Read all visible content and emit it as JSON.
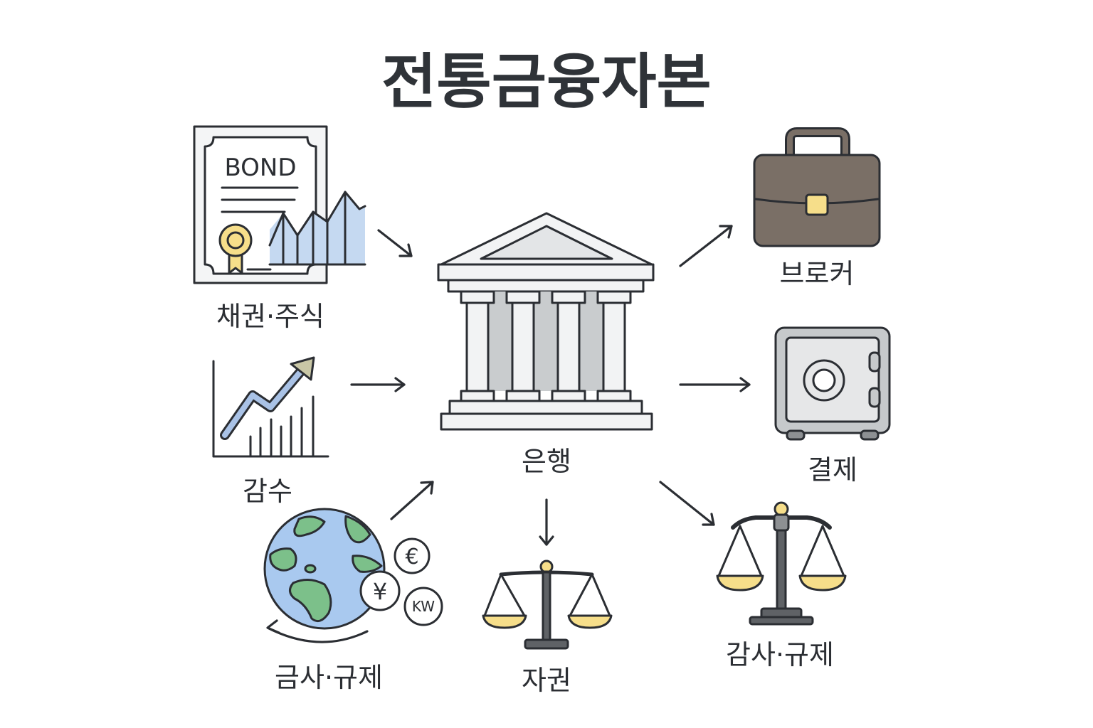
{
  "title": "전통금융자본",
  "nodes": {
    "bonds": {
      "label": "채권·주식",
      "doc_text": "BOND",
      "icon": "bond-certificate-icon"
    },
    "gamsu": {
      "label": "감수",
      "icon": "rising-chart-icon"
    },
    "gumsa": {
      "label": "금사·규제",
      "icon": "globe-currency-icon",
      "currencies": [
        "€",
        "¥",
        "KW"
      ]
    },
    "bank": {
      "label": "은행",
      "icon": "bank-building-icon"
    },
    "broker": {
      "label": "브로커",
      "icon": "briefcase-icon"
    },
    "settlement": {
      "label": "결제",
      "icon": "safe-icon"
    },
    "jagwon": {
      "label": "자권",
      "icon": "scales-icon"
    },
    "audit": {
      "label": "감사·규제",
      "icon": "scales-icon"
    }
  },
  "colors": {
    "ink": "#2b2e33",
    "briefcase": "#7a6f66",
    "gold": "#f6de8a",
    "chart_fill": "#c5d9f1",
    "globe_ocean": "#a9c9ef",
    "globe_land": "#7cc08a",
    "bank_fill": "#f2f3f4",
    "bank_shade": "#c9ccce",
    "safe": "#c6c9cb"
  }
}
